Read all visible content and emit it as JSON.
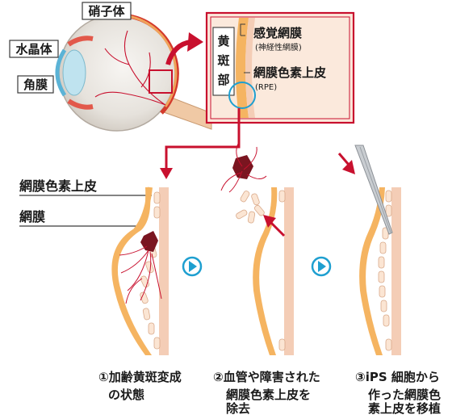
{
  "eye": {
    "vitreous": "硝子体",
    "lens": "水晶体",
    "cornea": "角膜"
  },
  "inset": {
    "macula": [
      "黄",
      "斑",
      "部"
    ],
    "sensory_retina": "感覚網膜",
    "sensory_retina_sub": "(神経性網膜)",
    "rpe": "網膜色素上皮",
    "rpe_sub": "(RPE)"
  },
  "layers": {
    "rpe": "網膜色素上皮",
    "retina": "網膜"
  },
  "steps": [
    {
      "lines": [
        "①加齢黄斑変成",
        "の状態"
      ]
    },
    {
      "lines": [
        "②血管や障害された",
        "網膜色素上皮を",
        "除去"
      ]
    },
    {
      "lines": [
        "③iPS 細胞から",
        "作った網膜色",
        "素上皮を移植"
      ]
    }
  ],
  "colors": {
    "accent_red": "#c8102e",
    "arrow_teal": "#1e9fd0",
    "retina_orange": "#f5b461",
    "rpe_pink": "#f4cdb6",
    "eye_white": "#e9e6e1",
    "lesion_dark": "#7a1520"
  }
}
